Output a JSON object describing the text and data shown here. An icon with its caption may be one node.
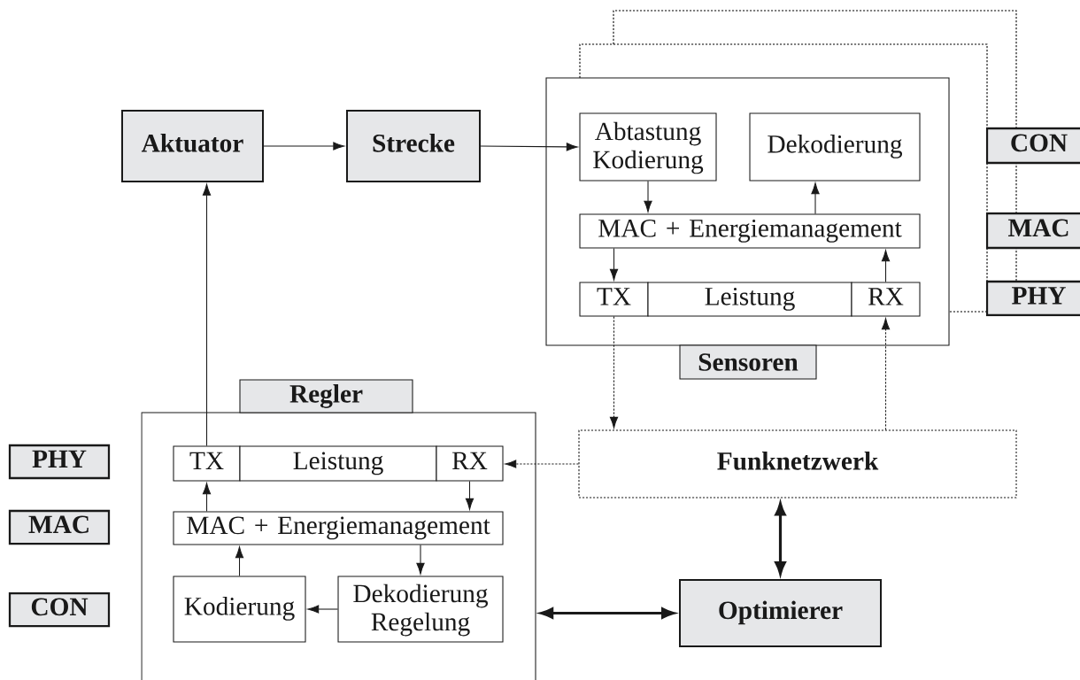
{
  "diagram": {
    "nodes": [
      {
        "text": [
          "Aktuator"
        ]
      },
      {
        "text": [
          "Strecke"
        ]
      },
      {
        "text": [
          "Sensoren"
        ]
      },
      {
        "text": [
          "Abtastung Kodierung"
        ],
        "in": 2
      },
      {
        "text": [
          "Dekodierung"
        ],
        "in": 2
      },
      {
        "text": [
          "MAC +  Energiemanagement"
        ],
        "in": 2
      },
      {
        "text": [
          "TX"
        ],
        "in": 2
      },
      {
        "text": [
          "Leistung"
        ],
        "in": 2
      },
      {
        "text": [
          "RX"
        ],
        "in": 2
      },
      {
        "text": [
          "CON"
        ]
      },
      {
        "text": [
          "MAC"
        ]
      },
      {
        "text": [
          "PHY"
        ]
      },
      {
        "text": [
          "Regler"
        ]
      },
      {
        "text": [
          "TX"
        ],
        "in": 12
      },
      {
        "text": [
          "Leistung"
        ],
        "in": 12
      },
      {
        "text": [
          "RX"
        ],
        "in": 12
      },
      {
        "text": [
          "MAC + Energiemanagement"
        ],
        "in": 12
      },
      {
        "text": [
          "Kodierung"
        ],
        "in": 12
      },
      {
        "text": [
          "Dekodierung Regelung"
        ],
        "in": 12
      },
      {
        "text": [
          "PHY"
        ]
      },
      {
        "text": [
          "MAC"
        ]
      },
      {
        "text": [
          "CON"
        ]
      },
      {
        "text": [
          "Funknetzwerk"
        ]
      },
      {
        "text": [
          "Optimierer"
        ]
      }
    ],
    "edges": [
      {
        "from": 0,
        "to": 1,
        "arrow": "to"
      },
      {
        "from": 1,
        "to": 3,
        "arrow": "to"
      },
      {
        "from": 13,
        "to": 0,
        "arrow": "to"
      },
      {
        "from": 3,
        "to": 5,
        "arrow": "to"
      },
      {
        "from": 5,
        "to": 4,
        "arrow": "to"
      },
      {
        "from": 5,
        "to": 6,
        "arrow": "to"
      },
      {
        "from": 8,
        "to": 5,
        "arrow": "to"
      },
      {
        "from": 6,
        "to": 22,
        "arrow": "to",
        "style": "dashed"
      },
      {
        "from": 22,
        "to": 8,
        "arrow": "to",
        "style": "dashed"
      },
      {
        "from": 22,
        "to": 15,
        "arrow": "to",
        "style": "dashed"
      },
      {
        "from": 15,
        "to": 16,
        "arrow": "to"
      },
      {
        "from": 16,
        "to": 18,
        "arrow": "to"
      },
      {
        "from": 18,
        "to": 17,
        "arrow": "to"
      },
      {
        "from": 17,
        "to": 16,
        "arrow": "to"
      },
      {
        "from": 16,
        "to": 13,
        "arrow": "to"
      },
      {
        "from": 22,
        "to": 23,
        "arrow": "both",
        "style": "thick"
      },
      {
        "from": 12,
        "to": 23,
        "arrow": "both",
        "style": "thick"
      }
    ]
  }
}
